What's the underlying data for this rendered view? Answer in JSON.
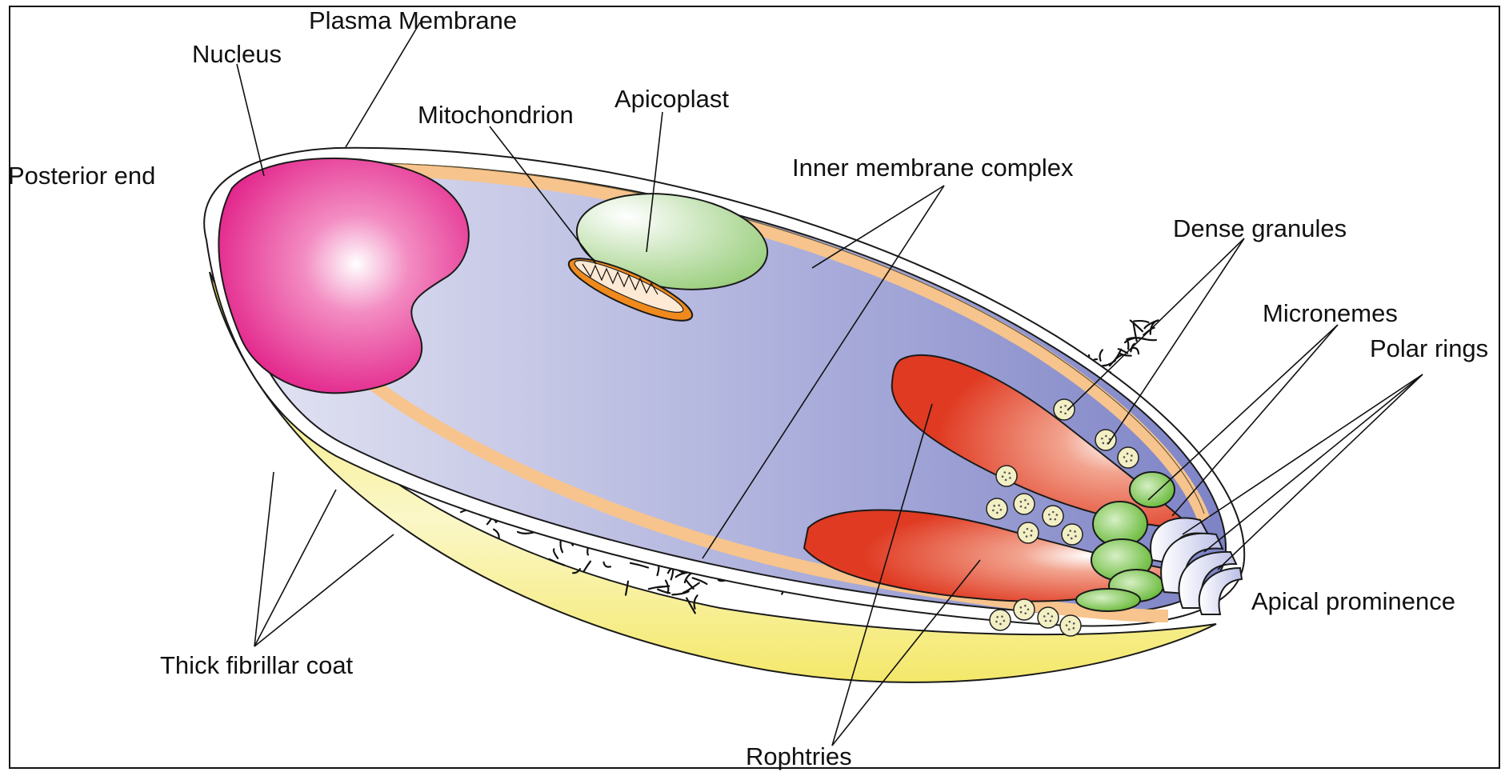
{
  "labels": {
    "plasma_membrane": "Plasma Membrane",
    "nucleus": "Nucleus",
    "posterior_end": "Posterior end",
    "mitochondrion": "Mitochondrion",
    "apicoplast": "Apicoplast",
    "inner_membrane_complex": "Inner membrane complex",
    "dense_granules": "Dense granules",
    "micronemes": "Micronemes",
    "polar_rings": "Polar rings",
    "apical_prominence": "Apical prominence",
    "thick_fibrillar_coat": "Thick fibrillar coat",
    "rophtries": "Rophtries"
  },
  "colors": {
    "cytoplasm": "#9ea3d6",
    "nucleus": "#e8318f",
    "coat": "#f2e55c",
    "inner_membrane": "#f7c48d",
    "rhoptry": "#e03a22",
    "microneme": "#6bbf3a",
    "apicoplast": "#a8d48c",
    "mitochondrion": "#f08a1c",
    "dense_granule": "#f3efc4"
  }
}
